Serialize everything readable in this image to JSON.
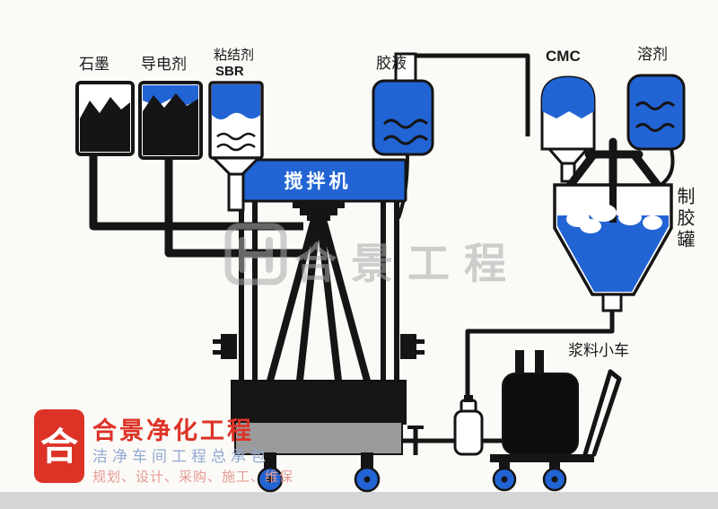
{
  "diagram": {
    "title_context": "battery-slurry-mixing-process-diagram",
    "labels": {
      "graphite": "石墨",
      "conductive_agent": "导电剂",
      "binder": "粘结剂",
      "binder_sub": "SBR",
      "glue_liquid": "胶液",
      "cmc": "CMC",
      "solvent": "溶剂",
      "mixer": "搅拌机",
      "glue_tank": "制胶罐",
      "slurry_cart": "浆料小车"
    },
    "colors": {
      "process_blue": "#2264d4",
      "line_black": "#151515",
      "brand_red": "#dd3327",
      "watermark_gray": "#a9a9a9"
    }
  },
  "watermark": {
    "text": "合景工程"
  },
  "footer_logo": {
    "glyph": "合",
    "company": "合景净化工程",
    "subtitle": "洁净车间工程总承包",
    "services": "规划、设计、采购、施工、维保"
  }
}
